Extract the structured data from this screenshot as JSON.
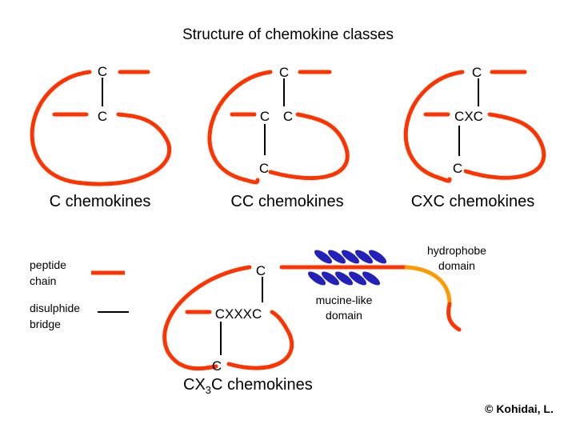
{
  "title": "Structure of chemokine classes",
  "colors": {
    "peptide_chain": "#ff3300",
    "hydrophobe": "#ff9900",
    "mucin": "#2222bb",
    "bond": "#000000"
  },
  "classes": [
    {
      "caption": "C chemokines",
      "residues": [
        "C",
        "C"
      ]
    },
    {
      "caption": "CC chemokines",
      "residues": [
        "C",
        "C",
        "C",
        "C"
      ]
    },
    {
      "caption": "CXC chemokines",
      "residues": [
        "C",
        "CXC",
        "C"
      ]
    },
    {
      "caption_main": "CX",
      "caption_sub": "3",
      "caption_rest": "C chemokines",
      "residues": [
        "C",
        "CXXXC",
        "C"
      ]
    }
  ],
  "legend": {
    "peptide_line1": "peptide",
    "peptide_line2": "chain",
    "disulphide_line1": "disulphide",
    "disulphide_line2": "bridge"
  },
  "domains": {
    "mucine_line1": "mucine-like",
    "mucine_line2": "domain",
    "hydrophobe_line1": "hydrophobe",
    "hydrophobe_line2": "domain"
  },
  "copyright": "© Kohidai, L."
}
